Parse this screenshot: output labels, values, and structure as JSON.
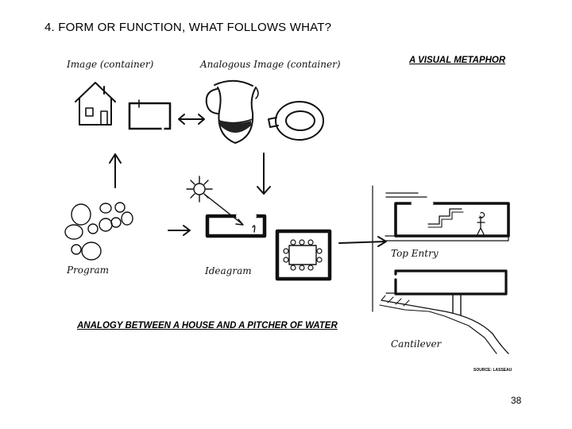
{
  "slide": {
    "title": "4.   FORM OR FUNCTION,  WHAT FOLLOWS WHAT?",
    "page_number": "38"
  },
  "diagram": {
    "labels": {
      "image_container": "Image (container)",
      "analogous_image": "Analogous Image (container)",
      "program": "Program",
      "ideagram": "Ideagram",
      "top_entry": "Top Entry",
      "cantilever": "Cantilever"
    },
    "captions": {
      "visual_metaphor": "A VISUAL METAPHOR",
      "analogy": "ANALOGY BETWEEN A HOUSE AND A PITCHER OF WATER",
      "source": "SOURCE: LASSEAU"
    }
  }
}
